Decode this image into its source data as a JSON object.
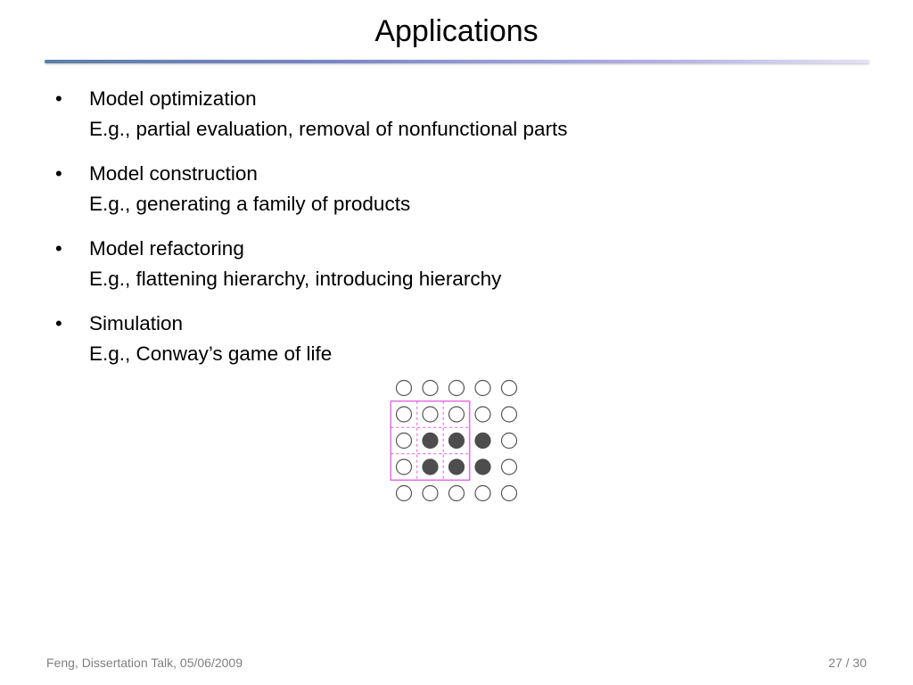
{
  "slide": {
    "title": "Applications",
    "bullets": [
      {
        "heading": "Model optimization",
        "detail": "E.g., partial evaluation, removal of nonfunctional parts"
      },
      {
        "heading": "Model construction",
        "detail": "E.g., generating a family of products"
      },
      {
        "heading": "Model refactoring",
        "detail": "E.g., flattening hierarchy, introducing hierarchy"
      },
      {
        "heading": "Simulation",
        "detail": "E.g., Conway’s game of life"
      }
    ],
    "bullet_symbol": "•"
  },
  "life_grid": {
    "cells": [
      [
        0,
        0,
        0,
        0,
        0
      ],
      [
        0,
        0,
        0,
        0,
        0
      ],
      [
        0,
        1,
        1,
        1,
        0
      ],
      [
        0,
        1,
        1,
        1,
        0
      ],
      [
        0,
        0,
        0,
        0,
        0
      ]
    ],
    "highlight_window": {
      "rows": [
        1,
        3
      ],
      "cols": [
        0,
        2
      ]
    },
    "colors": {
      "live": "#4d4d4d",
      "dead_fill": "#ffffff",
      "dead_stroke": "#555555",
      "highlight": "#e05ce0"
    }
  },
  "footer": {
    "left": "Feng, Dissertation Talk, 05/06/2009",
    "right": "27 / 30"
  }
}
